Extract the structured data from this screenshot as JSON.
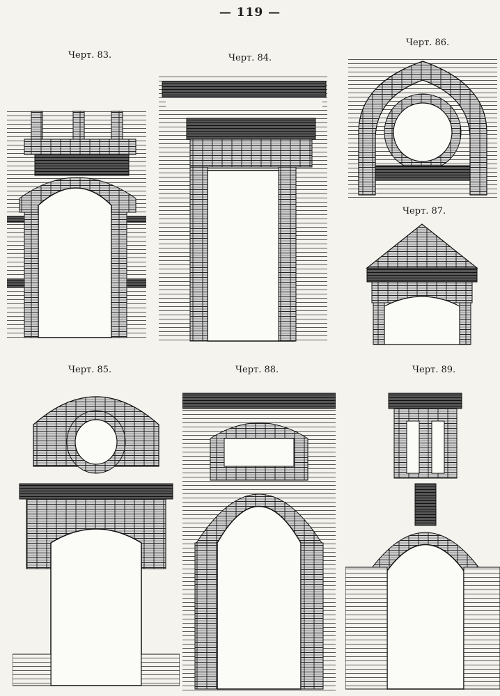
{
  "page_number": "— 119 —",
  "figures": [
    {
      "id": "83",
      "caption": "Черт. 83."
    },
    {
      "id": "84",
      "caption": "Черт. 84."
    },
    {
      "id": "86",
      "caption": "Черт. 86."
    },
    {
      "id": "87",
      "caption": "Черт. 87."
    },
    {
      "id": "85",
      "caption": "Черт. 85."
    },
    {
      "id": "88",
      "caption": "Черт. 88."
    },
    {
      "id": "89",
      "caption": "Черт. 89."
    }
  ]
}
